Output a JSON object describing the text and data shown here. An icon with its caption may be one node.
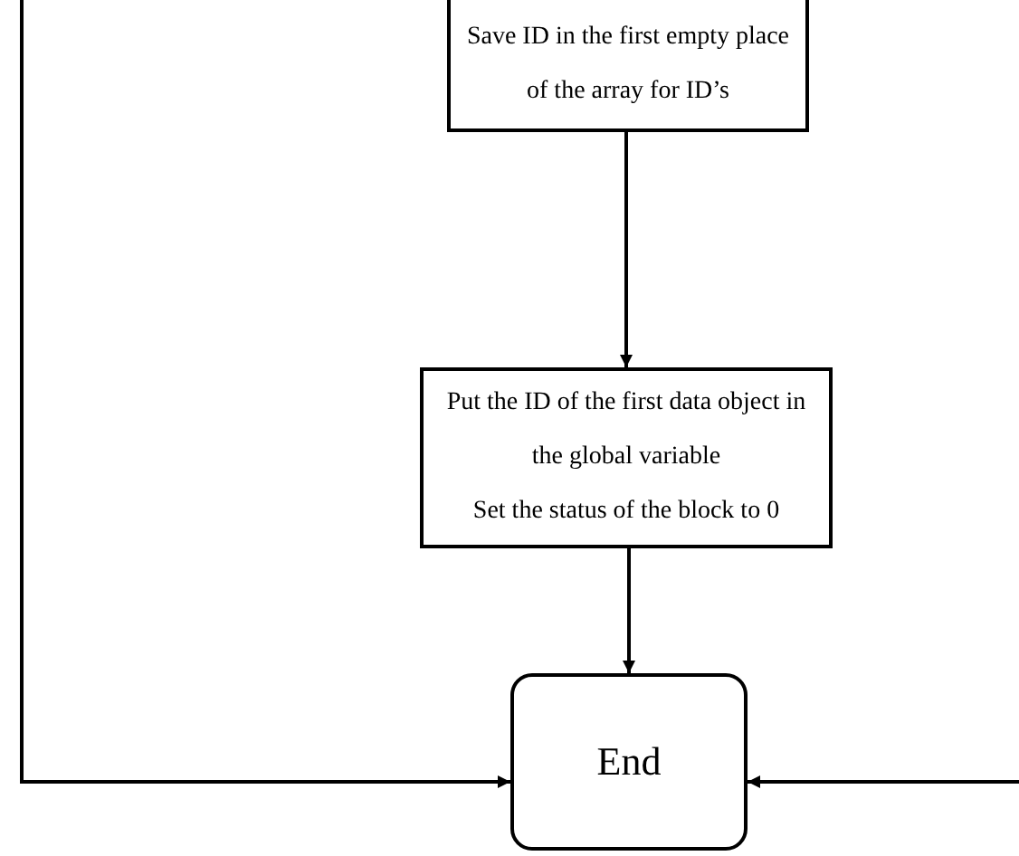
{
  "diagram": {
    "nodes": [
      {
        "text": [
          "Save ID in the first empty place of the array for ID’s"
        ]
      },
      {
        "text": [
          "Put the ID of the first data object in the global variable",
          "Set the status of the block to 0"
        ]
      },
      {
        "text": [
          "End"
        ]
      }
    ],
    "edges": [
      {
        "from": 0,
        "to": 1,
        "arrow": "to"
      },
      {
        "from": 1,
        "to": 2,
        "arrow": "to"
      },
      {
        "from": null,
        "to": 2,
        "arrow": "to"
      },
      {
        "from": null,
        "to": 2,
        "arrow": "to"
      }
    ]
  }
}
